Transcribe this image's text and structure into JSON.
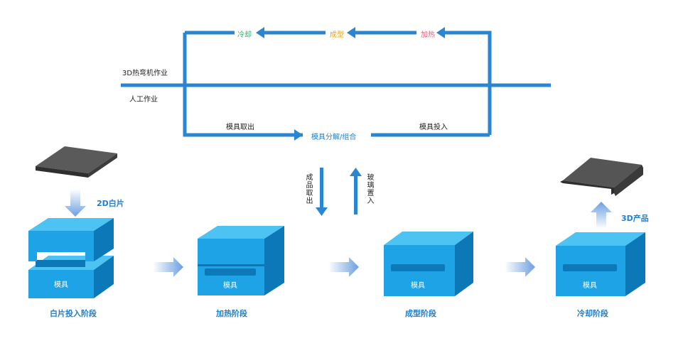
{
  "process": {
    "cool": "冷却",
    "form": "成型",
    "heat": "加热",
    "machine_work": "3D热弯机作业",
    "manual_work": "人工作业",
    "mold_out": "模具取出",
    "mold_split": "模具分解/组合",
    "mold_in": "模具投入",
    "product_out": "成品取出",
    "glass_in": "玻璃置入",
    "sheet_2d": "2D白片",
    "product_3d": "3D产品",
    "mold": "模具"
  },
  "stages": [
    {
      "label": "白片投入阶段"
    },
    {
      "label": "加热阶段"
    },
    {
      "label": "成型阶段"
    },
    {
      "label": "冷却阶段"
    }
  ],
  "colors": {
    "line": "#2a86d0",
    "cool": "#3aa86b",
    "form": "#e8a317",
    "heat": "#e2607a",
    "mold_front": "#1ea4e6",
    "mold_top": "#4cc3f2",
    "mold_side": "#0d78b8",
    "sheet": "#4a4a4a"
  }
}
